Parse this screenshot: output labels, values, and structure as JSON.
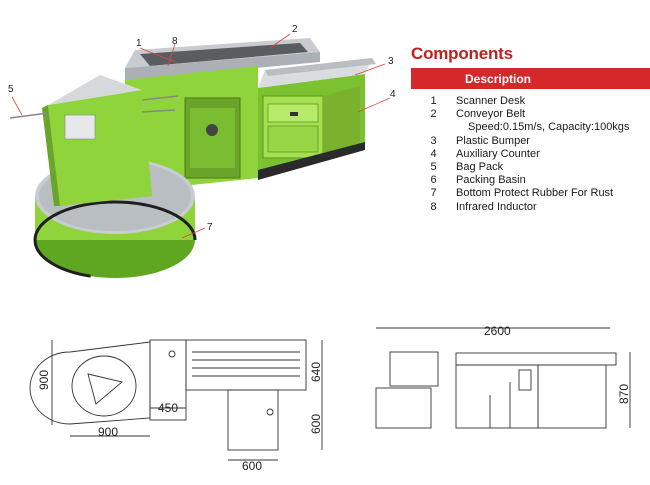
{
  "components": {
    "title": "Components",
    "header_description": "Description",
    "rows": [
      {
        "num": "1",
        "desc": "Scanner Desk"
      },
      {
        "num": "2",
        "desc": "Conveyor Belt"
      },
      {
        "num": "",
        "desc": "Speed:0.15m/s, Capacity:100kgs",
        "sub": true
      },
      {
        "num": "3",
        "desc": "Plastic Bumper"
      },
      {
        "num": "4",
        "desc": "Auxiliary Counter"
      },
      {
        "num": "5",
        "desc": "Bag Pack"
      },
      {
        "num": "6",
        "desc": "Packing Basin"
      },
      {
        "num": "7",
        "desc": "Bottom Protect Rubber For Rust"
      },
      {
        "num": "8",
        "desc": "Infrared Inductor"
      }
    ]
  },
  "photo_callouts": {
    "c1": "1",
    "c2": "2",
    "c3": "3",
    "c4": "4",
    "c5": "5",
    "c7": "7",
    "c8": "8"
  },
  "plan_dims": {
    "d900_v": "900",
    "d640": "640",
    "d450": "450",
    "d600_v": "600",
    "d900_h": "900",
    "d600_h": "600"
  },
  "elevation_dims": {
    "d2600": "2600",
    "d870": "870"
  },
  "colors": {
    "body_green": "#8fd43a",
    "dark_green": "#5a9a1e",
    "accent_red": "#d6272a",
    "title_red": "#c0211f"
  }
}
